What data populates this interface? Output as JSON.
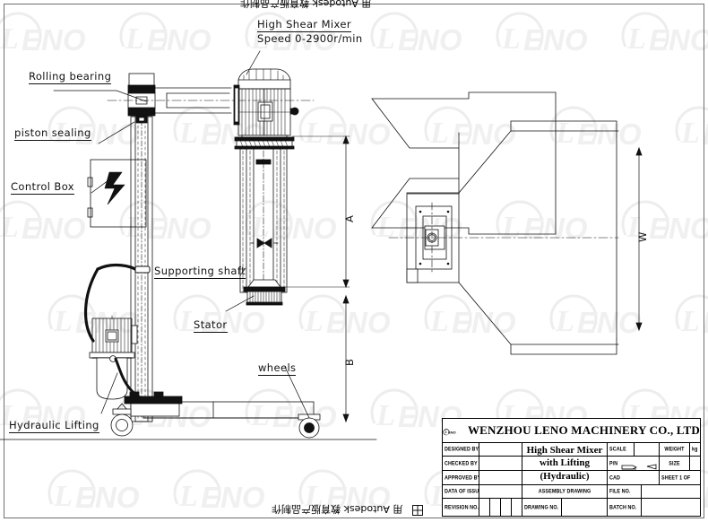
{
  "document": {
    "type": "engineering-assembly-drawing",
    "top_banner_text": "用 Autodesk 教育版产品制作",
    "bottom_banner_text": "用 Autodesk 教育版产品制作"
  },
  "annotations": {
    "mixer_title": "High Shear Mixer",
    "mixer_speed": "Speed 0-2900r/min",
    "rolling_bearing": "Rolling bearing",
    "piston_sealing": "piston sealing",
    "control_box": "Control Box",
    "supporting_shaft": "Supporting shaft",
    "stator": "Stator",
    "wheels": "wheels",
    "hydraulic_lifting": "Hydraulic Lifting"
  },
  "dimensions": {
    "a": "A",
    "b": "B",
    "w": "W"
  },
  "title_block": {
    "company": "WENZHOU LENO MACHINERY CO., LTD",
    "logo_text": "LENO",
    "product_line1": "High Shear Mixer",
    "product_line2": "with Lifting",
    "product_line3": "(Hydraulic)",
    "designed_by": "DESIGNED BY",
    "checked_by": "CHECKED BY",
    "approved_by": "APPROVED BY",
    "data_of_issue": "DATA OF ISSUE",
    "revision_no": "REVISION NO.",
    "assembly_drawing": "ASSEMBLY DRAWING",
    "drawing_no": "DRAWING NO.",
    "scale": "SCALE",
    "weight": "WEIGHT",
    "weight_unit": "kg",
    "pn": "P/N",
    "size": "SIZE",
    "cad": "CAD",
    "sheet": "SHEET 1  OF",
    "file_no": "FILE NO.",
    "batch_no": "BATCH NO.",
    "designed_by_value": "",
    "checked_by_value": "",
    "approved_by_value": "",
    "data_of_issue_value": "",
    "scale_value": "",
    "weight_value": "",
    "pn_value": "",
    "size_value": "",
    "cad_value": "",
    "sheet_value": "",
    "file_no_value": "",
    "batch_no_value": "",
    "drawing_no_value": ""
  },
  "watermark": {
    "text": "LENO"
  },
  "colors": {
    "ink": "#111111",
    "frame": "#6f6f6f",
    "paper": "#ffffff",
    "outside": "#7b7b7b"
  }
}
